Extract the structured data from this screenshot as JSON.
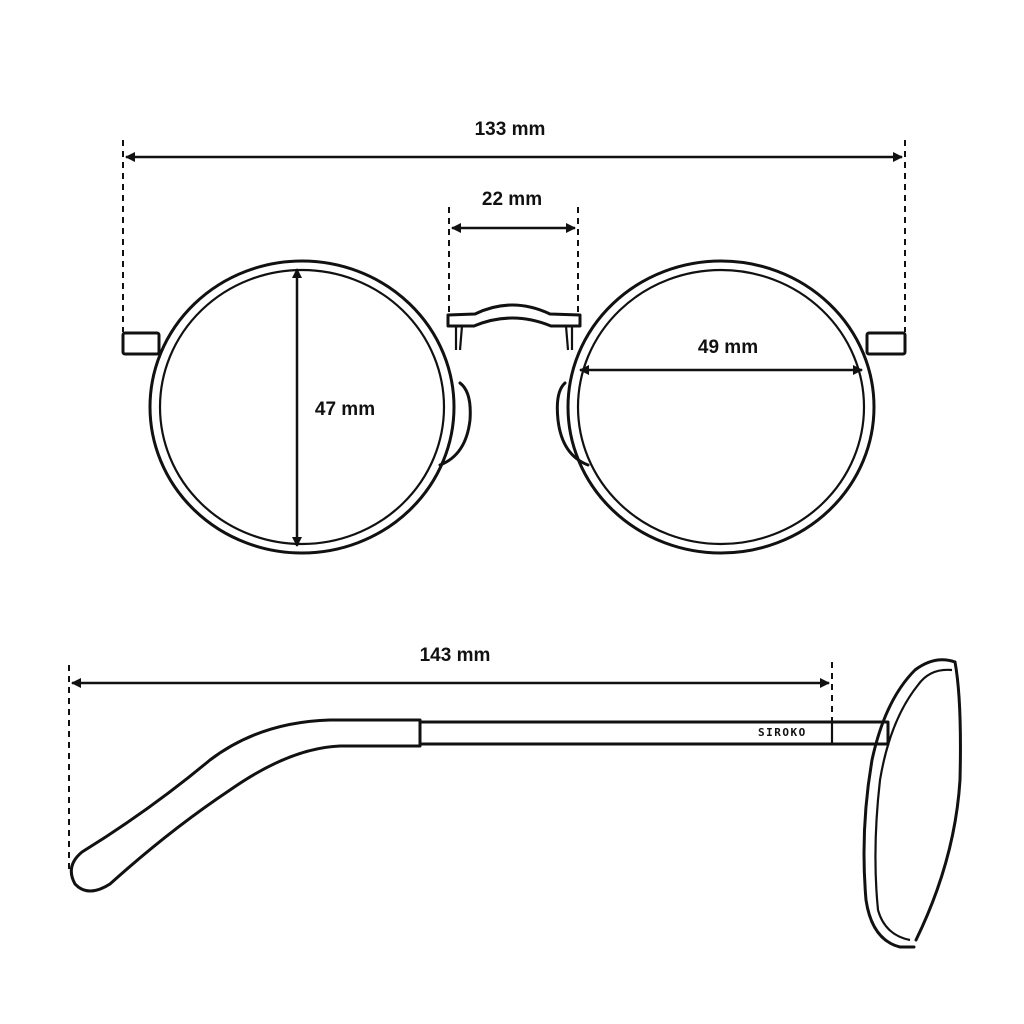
{
  "dimensions": {
    "total_width": "133 mm",
    "bridge_width": "22 mm",
    "lens_height": "47 mm",
    "lens_width": "49 mm",
    "temple_length": "143 mm"
  },
  "brand": "SIROKO",
  "colors": {
    "line": "#111111",
    "background": "#ffffff"
  }
}
